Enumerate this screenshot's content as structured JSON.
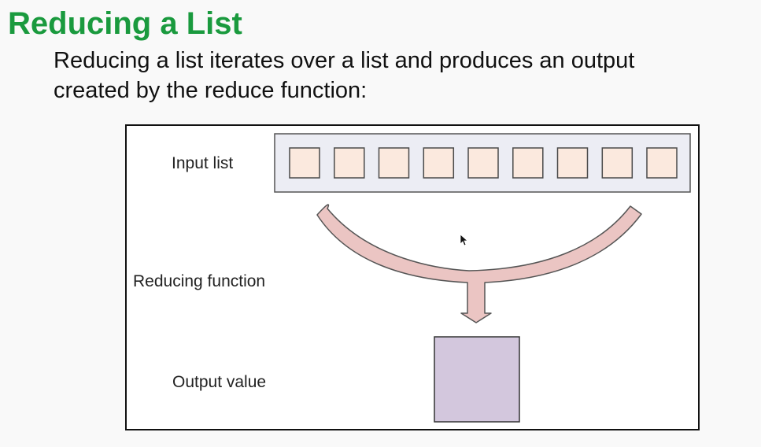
{
  "slide": {
    "title": "Reducing a List",
    "body_line_1": "Reducing a list iterates over a list and produces an output",
    "body_line_2": "created by the reduce function:"
  },
  "diagram": {
    "labels": {
      "input": "Input list",
      "function": "Reducing function",
      "output": "Output value"
    },
    "input_item_count": 9,
    "colors": {
      "list_container_fill": "#ecedf4",
      "list_container_stroke": "#555555",
      "item_fill": "#fbe9de",
      "item_stroke": "#4a4a4a",
      "arc_fill": "#ebc5c3",
      "arc_stroke": "#555555",
      "output_fill": "#d3c7dd",
      "output_stroke": "#333333"
    }
  }
}
